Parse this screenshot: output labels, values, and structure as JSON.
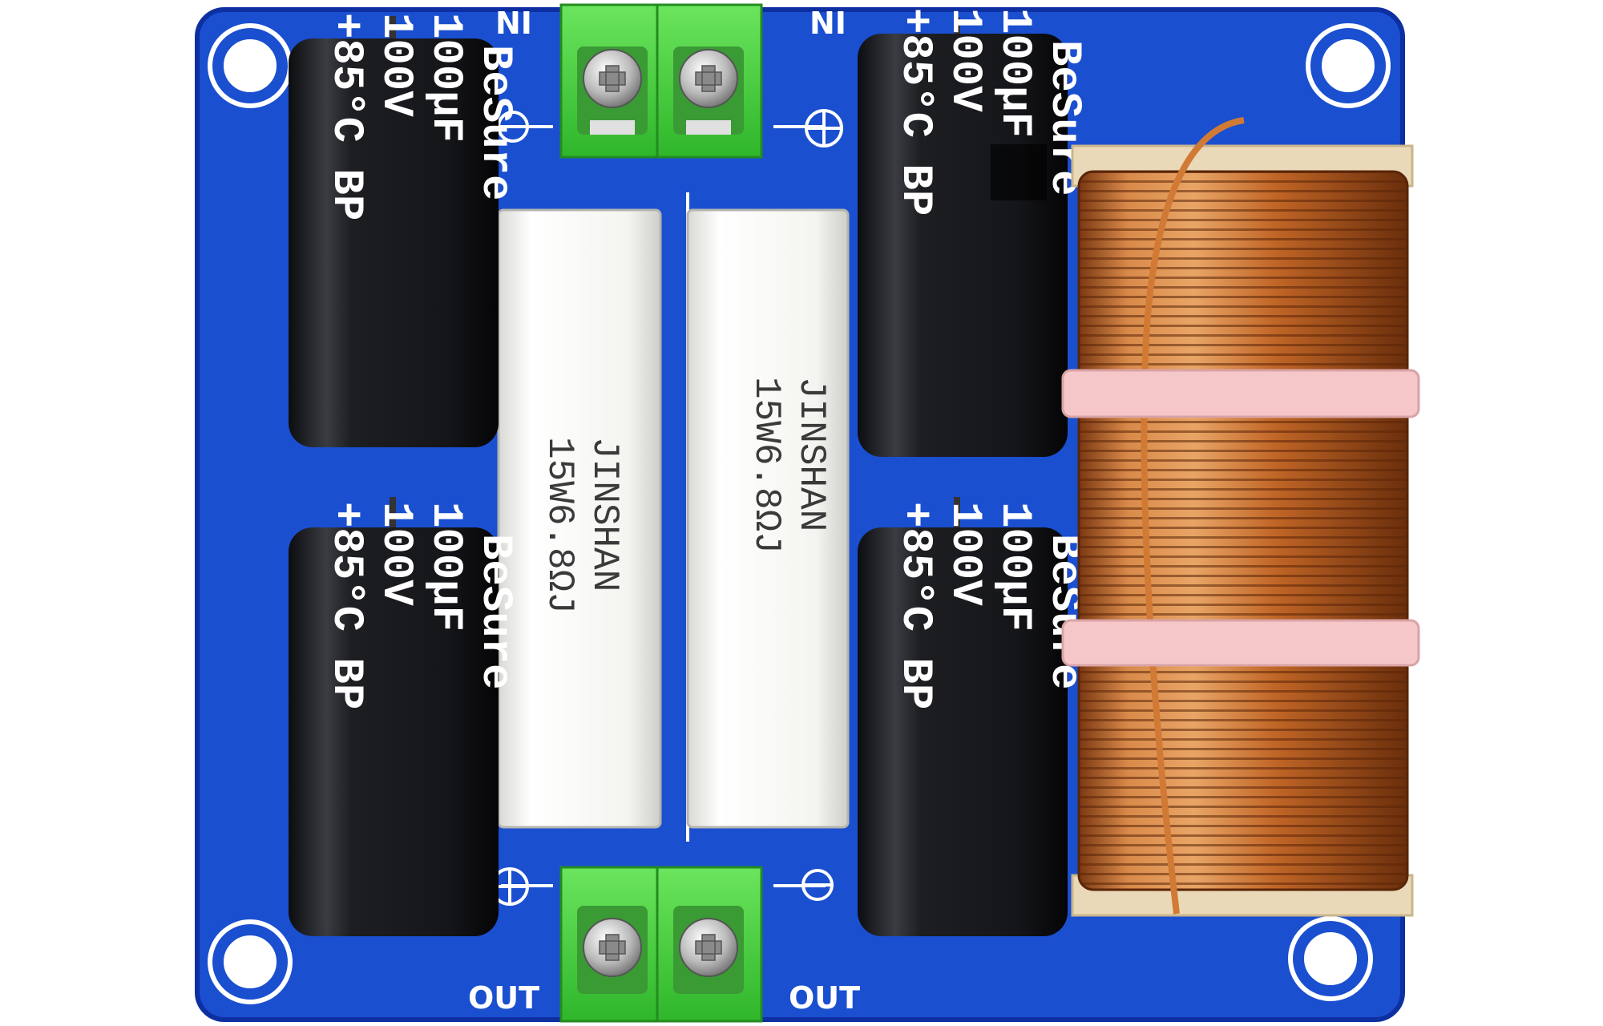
{
  "board": {
    "labels": {
      "in_left": "NI",
      "in_right": "NI",
      "out_left": "OUT",
      "out_right": "OUT"
    },
    "colors": {
      "pcb": "#1a4fd0",
      "pcb_edge": "#0d2fa0",
      "silkscreen": "#ffffff",
      "terminal": "#43d43a",
      "capacitor": "#1b1c20",
      "resistor": "#f2f2ef",
      "coil": "#c46a2a",
      "tie": "#f6c7c8"
    }
  },
  "capacitors": [
    {
      "brand": "BeSure",
      "value": "100μF",
      "voltage": "100V",
      "temp": "+85°C BP"
    },
    {
      "brand": "BeSure",
      "value": "100μF",
      "voltage": "100V",
      "temp": "+85°C BP"
    },
    {
      "brand": "BeSure",
      "value": "100μF",
      "voltage": "100V",
      "temp": "+85°C BP"
    },
    {
      "brand": "BeSure",
      "value": "100μF",
      "voltage": "100V",
      "temp": "+85°C BP"
    }
  ],
  "resistors": [
    {
      "maker": "JINSHAN",
      "rating": "15W6.8ΩJ"
    },
    {
      "maker": "JINSHAN",
      "rating": "15W6.8ΩJ"
    }
  ]
}
